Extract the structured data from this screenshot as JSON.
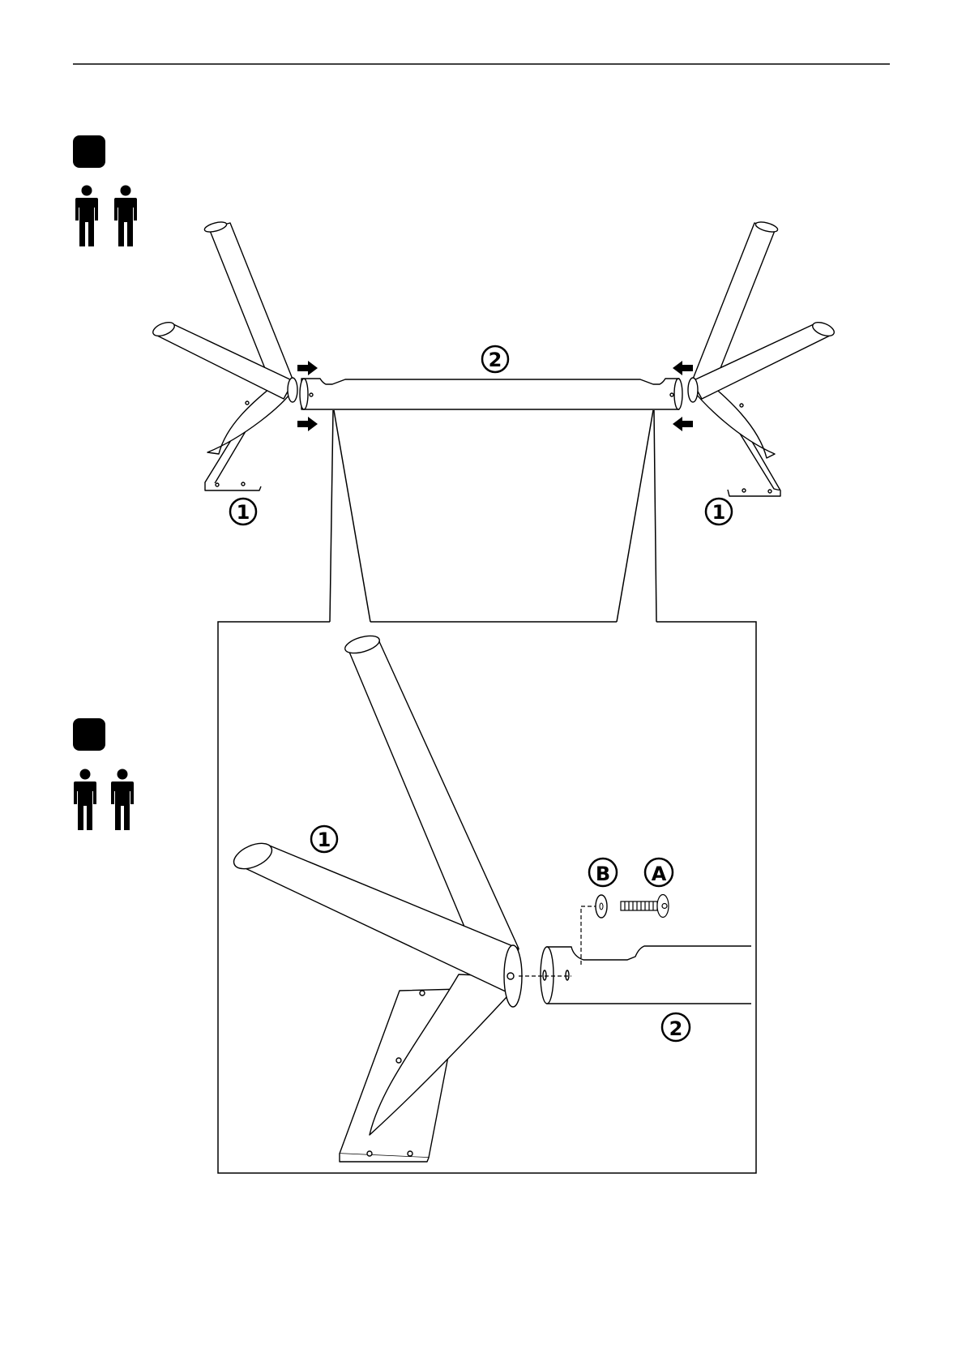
{
  "colors": {
    "ink": "#000000",
    "paper": "#ffffff"
  },
  "icons": [
    "two-person-icon",
    "arrow-right-icon",
    "arrow-left-icon",
    "screw-icon",
    "washer-icon"
  ],
  "steps": [
    {
      "badge": "",
      "people_icon": "two-person-icon"
    },
    {
      "badge": "",
      "people_icon": "two-person-icon"
    }
  ],
  "labels": {
    "leg": "1",
    "beam": "2",
    "screw": "A",
    "washer": "B"
  }
}
